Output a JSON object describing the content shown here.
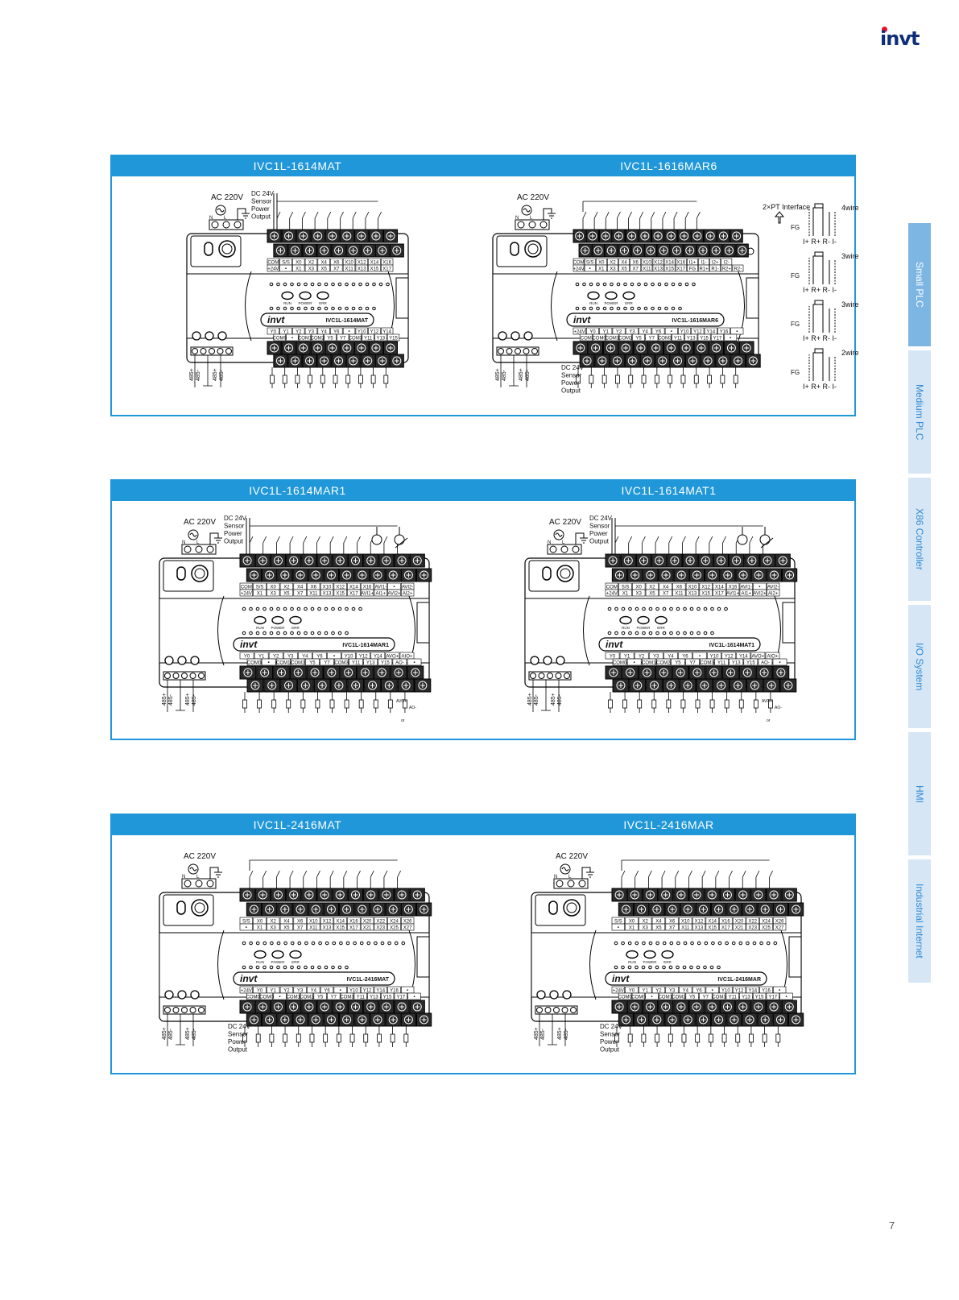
{
  "brand": {
    "logo_text": "invt"
  },
  "page_number": "7",
  "side_tabs": [
    {
      "label": "Small PLC",
      "active": true
    },
    {
      "label": "Medium PLC",
      "active": false
    },
    {
      "label": "X86 Controller",
      "active": false
    },
    {
      "label": "I/O System",
      "active": false
    },
    {
      "label": "HMI",
      "active": false
    },
    {
      "label": "Industrial Internet",
      "active": false
    }
  ],
  "colors": {
    "header": "#1f97d9",
    "tab_active": "#7eb6e3",
    "tab": "#d6e6f5"
  },
  "common": {
    "ac": "AC 220V",
    "dc": [
      "DC 24V",
      "Sensor",
      "Power",
      "Output"
    ],
    "rs485": [
      "485+",
      "485-",
      "485+",
      "485-"
    ],
    "leds": [
      "RUN",
      "POWER",
      "ERR"
    ],
    "n": "N",
    "l": "L",
    "pt_interface": "2×PT Interface",
    "pt_wiring": [
      {
        "label": "4wire",
        "fg": "FG",
        "pins": "I+ R+ R- I-"
      },
      {
        "label": "3wire",
        "fg": "FG",
        "pins": "I+ R+ R- I-"
      },
      {
        "label": "3wire",
        "fg": "FG",
        "pins": "I+ R+ R- I-"
      },
      {
        "label": "2wire",
        "fg": "FG",
        "pins": "I+ R+ R- I-"
      }
    ],
    "analog_out": [
      "AVO+",
      "AO-",
      "or"
    ]
  },
  "panels": [
    {
      "title": "IVC1L-1614MAT",
      "model": "IVC1L-1614MAT",
      "top": [
        [
          "COM",
          "S/S",
          "X0",
          "X2",
          "X4",
          "X6",
          "X10",
          "X12",
          "X14",
          "X16"
        ],
        [
          "+24V",
          "•",
          "X1",
          "X3",
          "X5",
          "X7",
          "X11",
          "X13",
          "X15",
          "X17"
        ]
      ],
      "bot": [
        [
          "Y0",
          "Y1",
          "Y2",
          "Y3",
          "Y4",
          "Y6",
          "•",
          "Y10",
          "Y12",
          "Y14"
        ],
        [
          "COM0",
          "•",
          "COM1",
          "COM2",
          "Y5",
          "Y7",
          "COM3",
          "Y11",
          "Y13",
          "Y15"
        ]
      ]
    },
    {
      "title": "IVC1L-1616MAR6",
      "model": "IVC1L-1616MAR6",
      "top": [
        [
          "COM",
          "S/S",
          "X0",
          "X2",
          "X4",
          "X6",
          "X10",
          "X12",
          "X14",
          "X16",
          "I1+",
          "I1-",
          "I2+",
          "I2-"
        ],
        [
          "+24V",
          "•",
          "X1",
          "X3",
          "X5",
          "X7",
          "X11",
          "X13",
          "X15",
          "X17",
          "FG",
          "R1+",
          "R1-",
          "R2+",
          "R2-"
        ]
      ],
      "bot": [
        [
          "+24V",
          "Y0",
          "Y1",
          "Y2",
          "Y3",
          "Y4",
          "Y6",
          "•",
          "Y10",
          "Y12",
          "Y14",
          "Y16",
          "•"
        ],
        [
          "COM",
          "COM0",
          "COM1",
          "COM2",
          "Y5",
          "Y7",
          "COM3",
          "Y11",
          "Y13",
          "Y15",
          "Y17",
          "•"
        ]
      ]
    },
    {
      "title": "IVC1L-1614MAR1",
      "model": "IVC1L-1614MAR1",
      "top": [
        [
          "COM",
          "S/S",
          "X0",
          "X2",
          "X4",
          "X6",
          "X10",
          "X12",
          "X14",
          "X16",
          "AVI1-",
          "•",
          "AVI2-"
        ],
        [
          "+24V",
          "X1",
          "X3",
          "X5",
          "X7",
          "X11",
          "X13",
          "X15",
          "X17",
          "AVI1+",
          "AI1+",
          "AVI2+",
          "AI2+"
        ]
      ],
      "bot": [
        [
          "Y0",
          "Y1",
          "Y2",
          "Y3",
          "Y4",
          "Y6",
          "•",
          "Y10",
          "Y12",
          "Y14",
          "AVO+",
          "AIO+"
        ],
        [
          "COM0",
          "•",
          "COM1",
          "COM2",
          "Y5",
          "Y7",
          "COM3",
          "Y11",
          "Y13",
          "Y15",
          "AO-",
          "•"
        ]
      ]
    },
    {
      "title": "IVC1L-1614MAT1",
      "model": "IVC1L-1614MAT1",
      "top": [
        [
          "COM",
          "S/S",
          "X0",
          "X2",
          "X4",
          "X6",
          "X10",
          "X12",
          "X14",
          "X16",
          "AVI1-",
          "•",
          "AVI2-"
        ],
        [
          "+24V",
          "X1",
          "X3",
          "X5",
          "X7",
          "X11",
          "X13",
          "X15",
          "X17",
          "AVI1+",
          "AI1+",
          "AVI2+",
          "AI2+"
        ]
      ],
      "bot": [
        [
          "Y0",
          "Y1",
          "Y2",
          "Y3",
          "Y4",
          "Y6",
          "•",
          "Y10",
          "Y12",
          "Y14",
          "AVO+",
          "AIO+"
        ],
        [
          "COM0",
          "•",
          "COM1",
          "COM2",
          "Y5",
          "Y7",
          "COM3",
          "Y11",
          "Y13",
          "Y15",
          "AO-",
          "•"
        ]
      ]
    },
    {
      "title": "IVC1L-2416MAT",
      "model": "IVC1L-2416MAT",
      "top": [
        [
          "S/S",
          "X0",
          "X2",
          "X4",
          "X6",
          "X10",
          "X12",
          "X14",
          "X16",
          "X20",
          "X22",
          "X24",
          "X26"
        ],
        [
          "•",
          "X1",
          "X3",
          "X5",
          "X7",
          "X11",
          "X13",
          "X15",
          "X17",
          "X21",
          "X23",
          "X25",
          "X27"
        ]
      ],
      "bot": [
        [
          "+24V",
          "Y0",
          "Y1",
          "Y2",
          "Y3",
          "Y4",
          "Y6",
          "•",
          "Y10",
          "Y12",
          "Y14",
          "Y16",
          "•"
        ],
        [
          "COM0",
          "COM0",
          "•",
          "COM1",
          "COM2",
          "Y5",
          "Y7",
          "COM3",
          "Y11",
          "Y13",
          "Y15",
          "Y17",
          "•"
        ]
      ]
    },
    {
      "title": "IVC1L-2416MAR",
      "model": "IVC1L-2416MAR",
      "top": [
        [
          "S/S",
          "X0",
          "X2",
          "X4",
          "X6",
          "X10",
          "X12",
          "X14",
          "X16",
          "X20",
          "X22",
          "X24",
          "X26"
        ],
        [
          "•",
          "X1",
          "X3",
          "X5",
          "X7",
          "X11",
          "X13",
          "X15",
          "X17",
          "X21",
          "X23",
          "X25",
          "X27"
        ]
      ],
      "bot": [
        [
          "+24V",
          "Y0",
          "Y1",
          "Y2",
          "Y3",
          "Y4",
          "Y6",
          "•",
          "Y10",
          "Y12",
          "Y14",
          "Y16",
          "•"
        ],
        [
          "COM0",
          "COM0",
          "•",
          "COM1",
          "COM2",
          "Y5",
          "Y7",
          "COM3",
          "Y11",
          "Y13",
          "Y15",
          "Y17",
          "•"
        ]
      ]
    }
  ]
}
